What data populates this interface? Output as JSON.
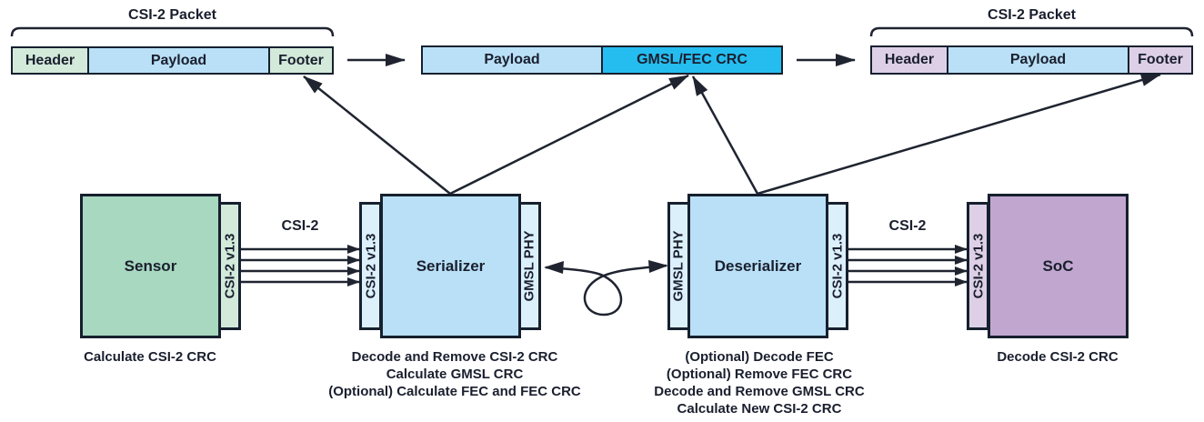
{
  "colors": {
    "green_light": "#d3eadb",
    "green_block": "#a8d8c0",
    "blue_light": "#b9e0f7",
    "blue_tab": "#dcf0fc",
    "blue_bright": "#25bdf0",
    "purple_light": "#ddd0e6",
    "purple_block": "#c1a7cf",
    "line": "#1f2430"
  },
  "packets": {
    "left": {
      "title": "CSI-2 Packet",
      "header": "Header",
      "payload": "Payload",
      "footer": "Footer"
    },
    "middle": {
      "payload": "Payload",
      "crc": "GMSL/FEC CRC"
    },
    "right": {
      "title": "CSI-2 Packet",
      "header": "Header",
      "payload": "Payload",
      "footer": "Footer"
    }
  },
  "blocks": {
    "sensor": {
      "label": "Sensor",
      "tab": "CSI-2 v1.3",
      "caption": [
        "Calculate CSI-2 CRC"
      ]
    },
    "serializer": {
      "label": "Serializer",
      "tab_left": "CSI-2 v1.3",
      "tab_right": "GMSL PHY",
      "caption": [
        "Decode and Remove CSI-2 CRC",
        "Calculate GMSL CRC",
        "(Optional) Calculate FEC and FEC CRC"
      ]
    },
    "deserializer": {
      "label": "Deserializer",
      "tab_left": "GMSL PHY",
      "tab_right": "CSI-2 v1.3",
      "caption": [
        "(Optional) Decode FEC",
        "(Optional) Remove FEC CRC",
        "Decode and Remove GMSL CRC",
        "Calculate New CSI-2 CRC"
      ]
    },
    "soc": {
      "label": "SoC",
      "tab": "CSI-2 v1.3",
      "caption": [
        "Decode CSI-2 CRC"
      ]
    }
  },
  "links": {
    "sensor_to_serializer": "CSI-2",
    "deserializer_to_soc": "CSI-2",
    "lanes": 4
  }
}
